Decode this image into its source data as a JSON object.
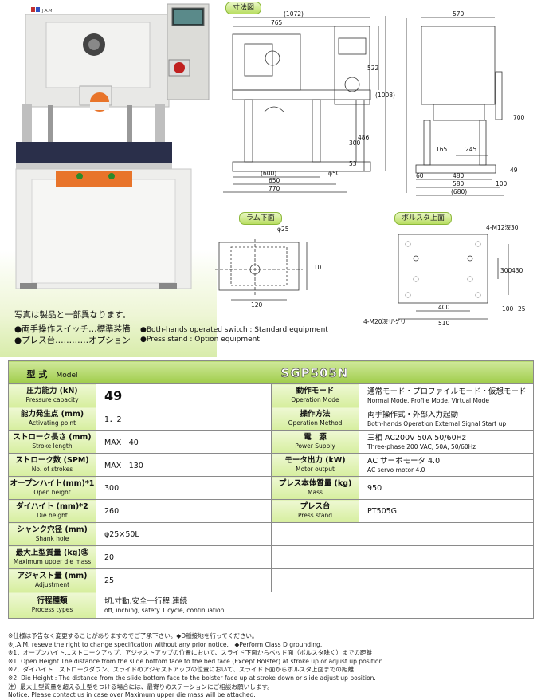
{
  "photo": {
    "maker_logo": "J.A.M",
    "caption_jp": "写真は製品と一部異なります。",
    "options": [
      {
        "jp": "●両手操作スイッチ…標準装備",
        "en": "●Both-hands operated switch : Standard equipment"
      },
      {
        "jp": "●プレス台…………オプション",
        "en": "●Press stand : Option equipment"
      }
    ]
  },
  "drawings": {
    "main_title": "寸法図",
    "front_dims": {
      "overall": "(1072)",
      "top_width": "765",
      "height_522": "522",
      "height_1008": "(1008)",
      "height_486": "486",
      "height_300": "300",
      "height_53": "53",
      "bottom_600": "(600)",
      "phi50": "φ50",
      "width_650": "650",
      "width_770": "770"
    },
    "side_dims": {
      "top_570": "570",
      "height_700": "700",
      "w_165": "165",
      "w_245": "245",
      "h_49": "49",
      "w_60": "60",
      "w_480": "480",
      "w_580": "580",
      "w_100": "100",
      "w_680": "(680)"
    },
    "ram_title": "ラム下面",
    "ram_dims": {
      "phi25": "φ25",
      "h110": "110",
      "w120": "120"
    },
    "bolster_title": "ボルスタ上面",
    "bolster_dims": {
      "thread_top": "4-M12深30",
      "thread_bottom": "4-M20深ザグリ",
      "h300": "300",
      "h430": "430",
      "w400": "400",
      "w510": "510",
      "v100": "100",
      "v25": "25"
    }
  },
  "spec": {
    "model_label_jp": "型 式",
    "model_label_en": "Model",
    "model_value": "SGP505N",
    "rows": [
      {
        "l_jp": "圧力能力 (kN)",
        "l_en": "Pressure capacity",
        "l_val": "49",
        "r_jp": "動作モード",
        "r_en": "Operation Mode",
        "r_val_jp": "通常モード・プロファイルモード・仮想モード",
        "r_val_en": "Normal Mode, Profile Mode, Virtual Mode"
      },
      {
        "l_jp": "能力発生点 (mm)",
        "l_en": "Activating point",
        "l_val": "1．2",
        "r_jp": "操作方法",
        "r_en": "Operation Method",
        "r_val_jp": "両手操作式・外部入力起動",
        "r_val_en": "Both-hands Operation  External Signal Start up"
      },
      {
        "l_jp": "ストローク長さ (mm)",
        "l_en": "Stroke length",
        "l_val": "MAX　40",
        "r_jp": "電　源",
        "r_en": "Power Supply",
        "r_val_jp": "三相 AC200V 50A 50/60Hz",
        "r_val_en": "Three-phase 200 VAC, 50A, 50/60Hz"
      },
      {
        "l_jp": "ストローク数 (SPM)",
        "l_en": "No. of strokes",
        "l_val": "MAX　130",
        "r_jp": "モータ出力 (kW)",
        "r_en": "Motor output",
        "r_val_jp": "AC サーボモータ 4.0",
        "r_val_en": "AC servo motor 4.0"
      },
      {
        "l_jp": "オープンハイト(mm)*1",
        "l_en": "Open height",
        "l_val": "300",
        "r_jp": "プレス本体質量 (kg)",
        "r_en": "Mass",
        "r_val_jp": "950",
        "r_val_en": ""
      },
      {
        "l_jp": "ダイハイト (mm)*2",
        "l_en": "Die height",
        "l_val": "260",
        "r_jp": "プレス台",
        "r_en": "Press stand",
        "r_val_jp": "PT505G",
        "r_val_en": ""
      },
      {
        "l_jp": "シャンク穴径 (mm)",
        "l_en": "Shank hole",
        "l_val": "φ25×50L",
        "r_jp": "",
        "r_en": "",
        "r_val_jp": "",
        "r_val_en": ""
      },
      {
        "l_jp": "最大上型質量 (kg)㊟",
        "l_en": "Maximum upper die mass",
        "l_val": "20",
        "r_jp": "",
        "r_en": "",
        "r_val_jp": "",
        "r_val_en": ""
      },
      {
        "l_jp": "アジャスト量 (mm)",
        "l_en": "Adjustment",
        "l_val": "25",
        "r_jp": "",
        "r_en": "",
        "r_val_jp": "",
        "r_val_en": ""
      }
    ],
    "process": {
      "l_jp": "行程種類",
      "l_en": "Process types",
      "val_jp": "切,寸動,安全一行程,連続",
      "val_en": "off, inching, safety 1 cycle, continuation"
    }
  },
  "notes": [
    "※仕様は予告なく変更することがありますのでご了承下さい。◆D種接地を行ってください。",
    "※J.A.M. reseve the right to change specification without any prior notice.　◆Perform Class D grounding.",
    "※1．オープンハイト…ストロークアップ、アジャストアップの位置において、スライド下面からベッド面（ボルスタ除く）までの距離",
    "※1: Open Height  The distance from the slide bottom face to the bed face (Except Bolster) at stroke up or adjust up position.",
    "※2．ダイハイト…ストロークダウン、スライドのアジャストアップの位置において、スライド下面からボルスタ上面までの距離",
    "※2: Die Height : The distance from the slide bottom face to the bolster face up at stroke down or slide adjust up position.",
    "注）最大上型質量を超える上型をつける場合には、最寄りのステーションにご相談お願いします。",
    "Notice: Please contact us in case over Maximum upper die mass will be attached."
  ],
  "colors": {
    "accent_green": "#9fcc4a",
    "light_green": "#e6f4c2",
    "orange": "#e8742a"
  }
}
